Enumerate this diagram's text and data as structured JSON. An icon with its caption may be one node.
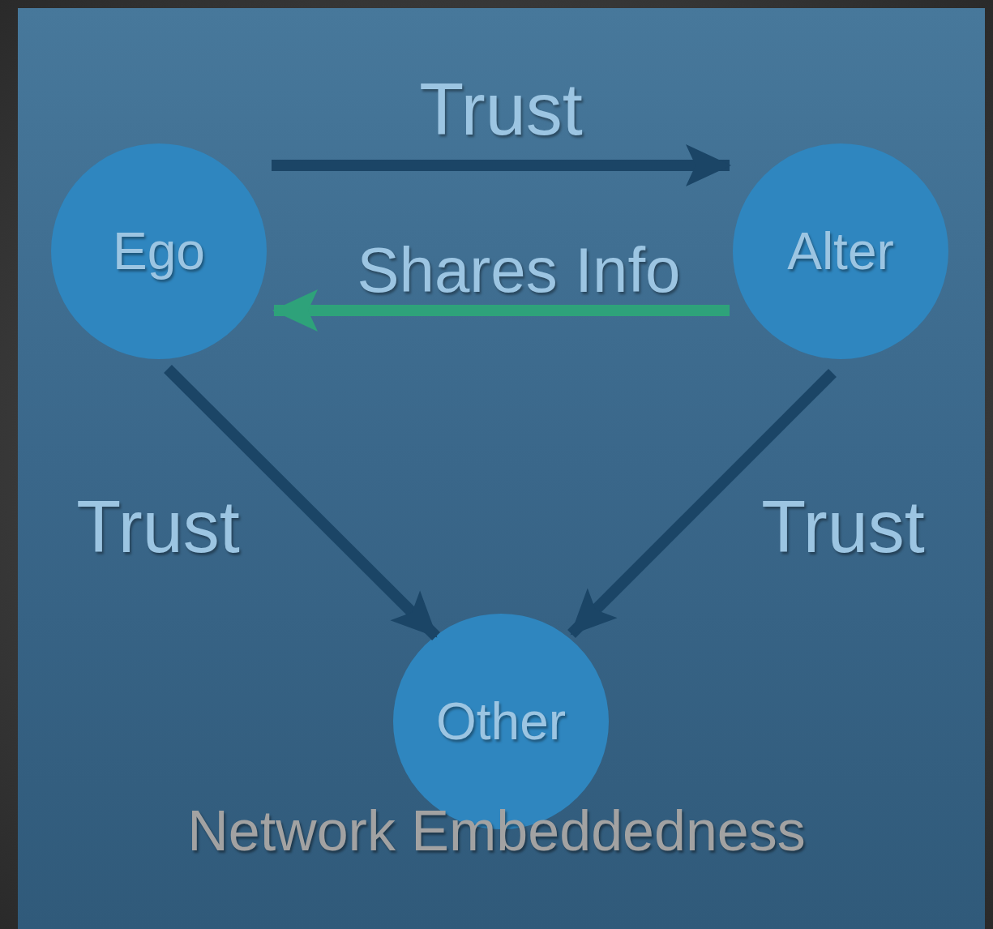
{
  "diagram": {
    "title": "Network Embeddedness",
    "nodes": [
      {
        "text": [
          "Ego"
        ]
      },
      {
        "text": [
          "Alter"
        ]
      },
      {
        "text": [
          "Other"
        ]
      }
    ],
    "edges": [
      {
        "from": 0,
        "to": 1,
        "arrow": "to",
        "label": "Trust"
      },
      {
        "from": 1,
        "to": 0,
        "arrow": "to",
        "label": "Shares Info",
        "color": "#2ea27a"
      },
      {
        "from": 0,
        "to": 2,
        "arrow": "to",
        "label": "Trust"
      },
      {
        "from": 1,
        "to": 2,
        "arrow": "to",
        "label": "Trust"
      }
    ]
  }
}
